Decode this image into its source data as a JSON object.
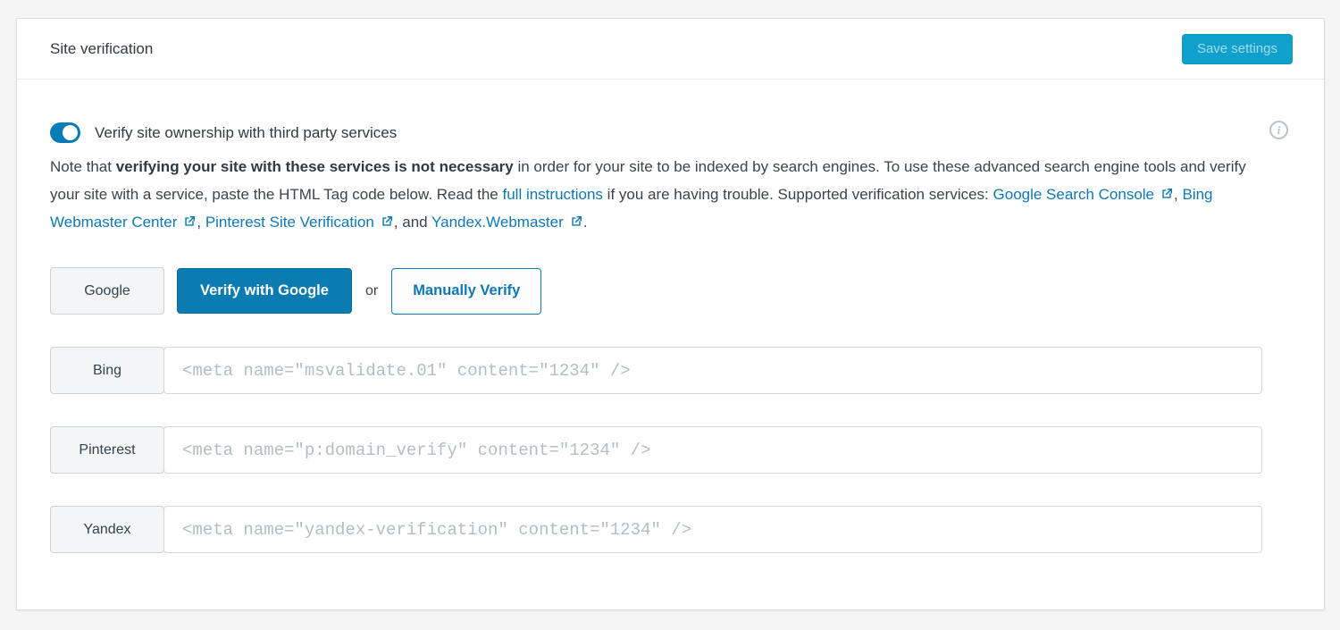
{
  "colors": {
    "accent_blue": "#0b7cb2",
    "link_blue": "#0f78b2",
    "save_button_bg": "#0fa0cb",
    "page_background": "#f5f5f5",
    "card_background": "#ffffff"
  },
  "header": {
    "title": "Site verification",
    "save_button_label": "Save settings"
  },
  "toggle": {
    "label": "Verify site ownership with third party services",
    "state": "on"
  },
  "info_icon_glyph": "i",
  "note": {
    "prefix": "Note that ",
    "bold": "verifying your site with these services is not necessary",
    "middle": " in order for your site to be indexed by search engines. To use these advanced search engine tools and verify your site with a service, paste the HTML Tag code below. Read the ",
    "full_instructions_link": "full instructions",
    "after_link": " if you are having trouble. Supported verification services: ",
    "service_links": [
      {
        "label": "Google Search Console"
      },
      {
        "label": "Bing Webmaster Center"
      },
      {
        "label": "Pinterest Site Verification"
      },
      {
        "label": "Yandex.Webmaster"
      }
    ],
    "sep": ", ",
    "sep_last": ", and ",
    "period": "."
  },
  "google_row": {
    "label": "Google",
    "verify_button_label": "Verify with Google",
    "or_text": "or",
    "manual_button_label": "Manually Verify"
  },
  "verification_rows": [
    {
      "label": "Bing",
      "value": "",
      "placeholder": "<meta name=\"msvalidate.01\" content=\"1234\" />"
    },
    {
      "label": "Pinterest",
      "value": "",
      "placeholder": "<meta name=\"p:domain_verify\" content=\"1234\" />"
    },
    {
      "label": "Yandex",
      "value": "",
      "placeholder": "<meta name=\"yandex-verification\" content=\"1234\" />"
    }
  ]
}
